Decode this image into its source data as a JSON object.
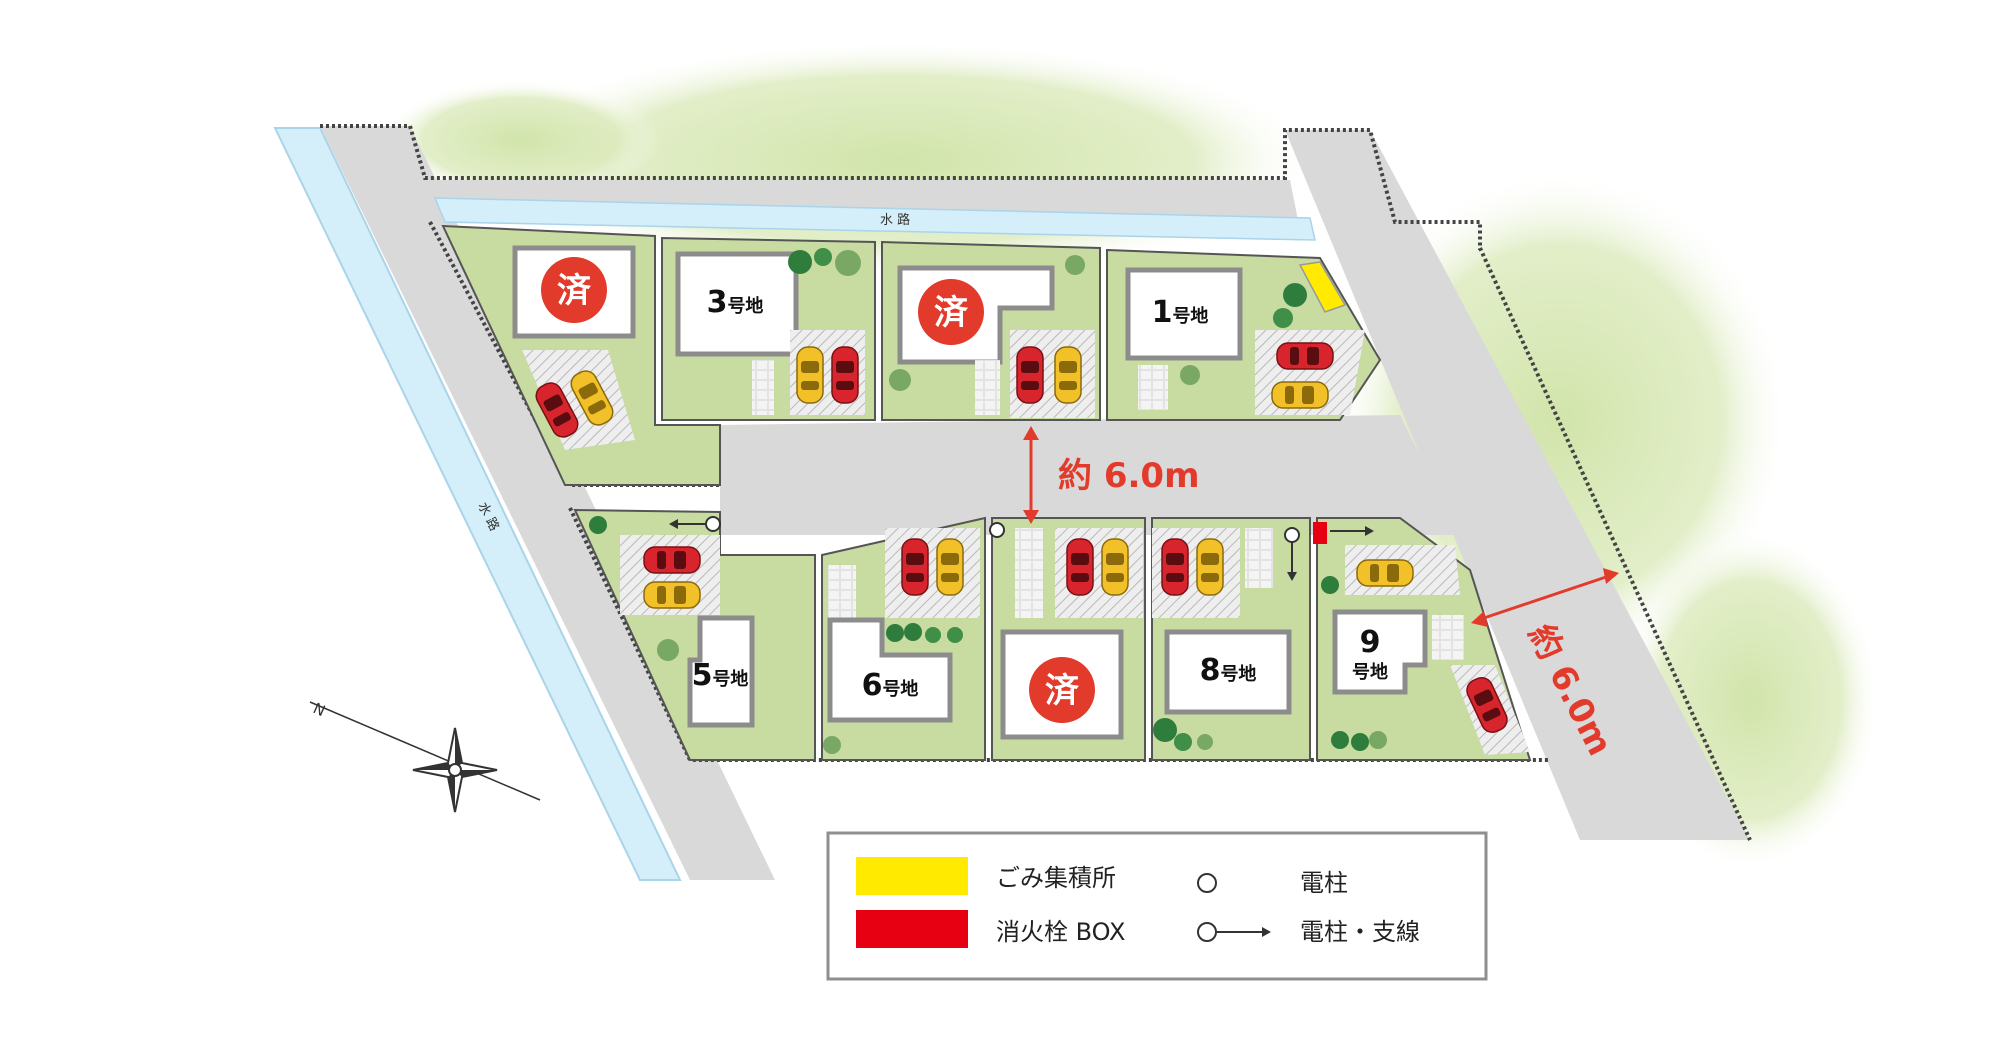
{
  "colors": {
    "greenery": "#d7e8b4",
    "lot": "#c8dba0",
    "road": "#d9d9da",
    "water": "#d4eefa",
    "fence": "#555555",
    "house": "#ffffff",
    "houseBorder": "#8c8c8c",
    "sold": "#e23a2b",
    "dimension": "#e23a2b",
    "carRed": "#d8252d",
    "carYellow": "#f2c12a",
    "garbage": "#ffea00",
    "hydrant": "#e60012",
    "tree": "#2f7d3c"
  },
  "waterway_top": "水 路",
  "waterway_left": "水 路",
  "lots": [
    {
      "id": "lot-sold-nw",
      "status": "sold",
      "badge": "済"
    },
    {
      "id": "lot-3",
      "status": "available",
      "number": "3",
      "suffix": "号地"
    },
    {
      "id": "lot-sold-n",
      "status": "sold",
      "badge": "済"
    },
    {
      "id": "lot-1",
      "status": "available",
      "number": "1",
      "suffix": "号地"
    },
    {
      "id": "lot-5",
      "status": "available",
      "number": "5",
      "suffix": "号地"
    },
    {
      "id": "lot-6",
      "status": "available",
      "number": "6",
      "suffix": "号地"
    },
    {
      "id": "lot-sold-s",
      "status": "sold",
      "badge": "済"
    },
    {
      "id": "lot-8",
      "status": "available",
      "number": "8",
      "suffix": "号地"
    },
    {
      "id": "lot-9",
      "status": "available",
      "number": "9",
      "suffix": "号地"
    }
  ],
  "road_width_center": "約 6.0m",
  "road_width_east": "約 6.0m",
  "compass": {
    "north_label": "N",
    "icon": "compass-rose-icon"
  },
  "legend": {
    "garbage_label": "ごみ集積所",
    "hydrant_label": "消火栓 BOX",
    "pole_label": "電柱",
    "pole_guy_label": "電柱・支線"
  }
}
